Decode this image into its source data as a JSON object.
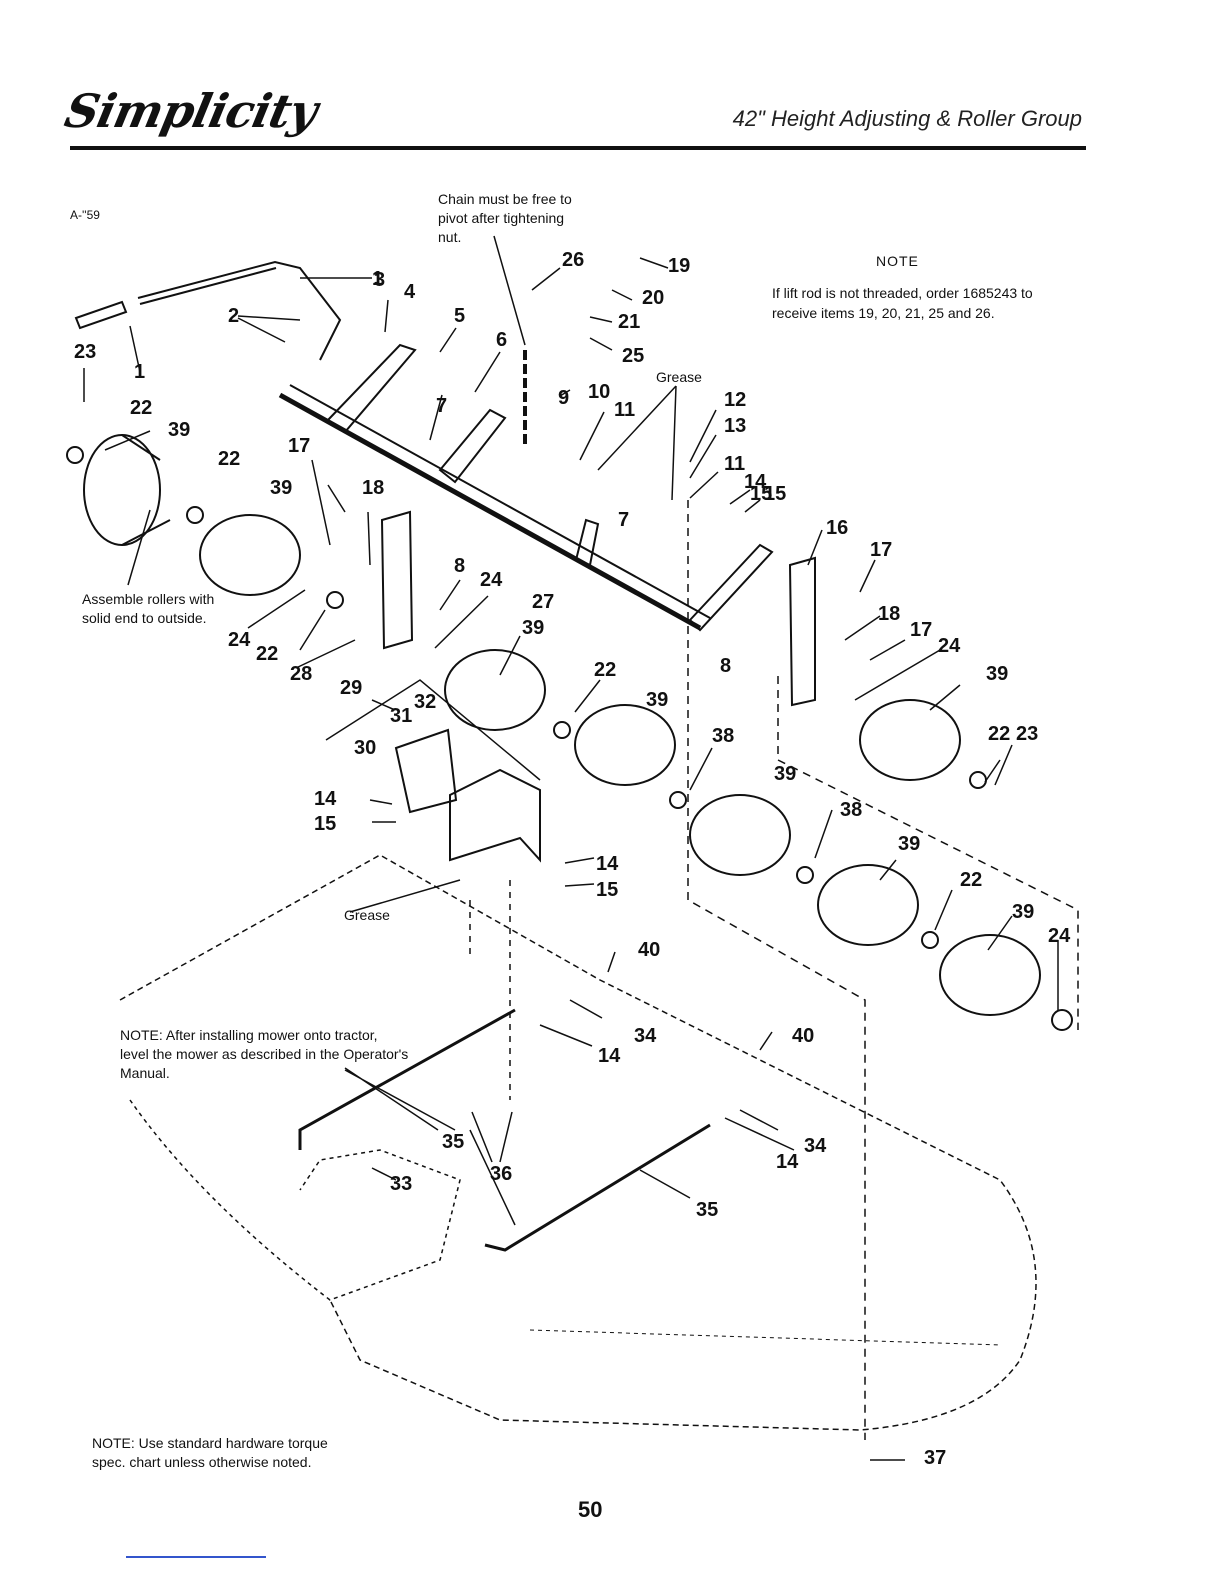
{
  "header": {
    "brand": "Simplicity",
    "title": "42\" Height Adjusting & Roller Group"
  },
  "diagram_code": "A-''59",
  "notes": {
    "chain": "Chain must be free to pivot after tightening nut.",
    "lift_rod_head": "NOTE",
    "lift_rod_body": "If lift rod is not threaded, order 1685243 to receive items 19, 20, 21, 25 and 26.",
    "rollers": "Assemble rollers with solid end to outside.",
    "level": "NOTE: After installing mower onto tractor, level the mower as described in the Operator's Manual.",
    "torque": "NOTE: Use standard hardware torque spec. chart unless otherwise noted."
  },
  "grease_labels": [
    "Grease",
    "Grease"
  ],
  "part_labels": [
    "1",
    "2",
    "3",
    "4",
    "5",
    "6",
    "7",
    "7",
    "8",
    "8",
    "9",
    "10",
    "11",
    "11",
    "12",
    "13",
    "14",
    "14",
    "14",
    "14",
    "14",
    "15",
    "15",
    "15",
    "15",
    "16",
    "17",
    "17",
    "17",
    "18",
    "18",
    "19",
    "20",
    "21",
    "22",
    "22",
    "22",
    "22",
    "22",
    "22",
    "23",
    "23",
    "24",
    "24",
    "24",
    "24",
    "25",
    "26",
    "27",
    "28",
    "29",
    "30",
    "31",
    "32",
    "33",
    "34",
    "34",
    "35",
    "35",
    "36",
    "37",
    "38",
    "38",
    "39",
    "39",
    "39",
    "39",
    "39",
    "39",
    "39",
    "39",
    "40",
    "40"
  ],
  "page_number": "50"
}
